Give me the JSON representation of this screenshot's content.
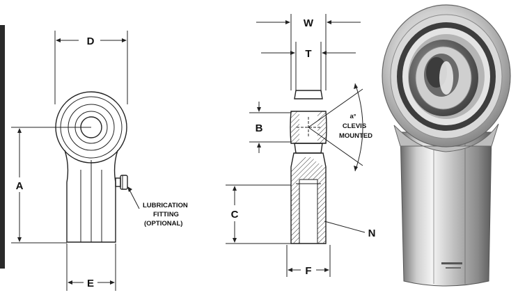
{
  "dimensions": {
    "D": "D",
    "A": "A",
    "E": "E",
    "W": "W",
    "T": "T",
    "B": "B",
    "C": "C",
    "F": "F",
    "N": "N"
  },
  "notes": {
    "lubrication_line1": "LUBRICATION",
    "lubrication_line2": "FITTING",
    "lubrication_line3": "(OPTIONAL)",
    "clevis_line1": "a°",
    "clevis_line2": "CLEVIS",
    "clevis_line3": "MOUNTED"
  },
  "colors": {
    "line": "#222222",
    "left_bar": "#2a2a2a",
    "metal_dark": "#5a5a5a",
    "metal_light": "#e8e8e8"
  }
}
